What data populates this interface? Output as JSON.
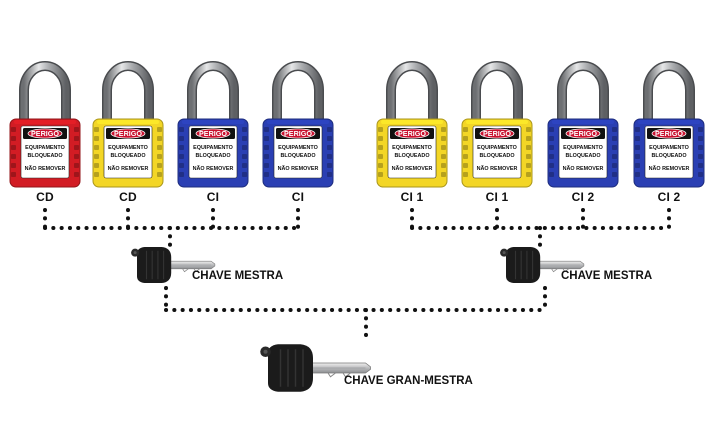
{
  "colors": {
    "red": "#d21c24",
    "yellow": "#f3d626",
    "blue": "#2a3fb3",
    "tag_bg": "#ffffff",
    "tag_header": "#c8102e",
    "dots": "#111111",
    "key_head": "#1b1b1b"
  },
  "tag": {
    "header": "PERIGO",
    "line1": "EQUIPAMENTO",
    "line2": "BLOQUEADO",
    "line3": "NÃO REMOVER"
  },
  "locks": [
    {
      "label": "CD",
      "color": "red"
    },
    {
      "label": "CD",
      "color": "yellow"
    },
    {
      "label": "CI",
      "color": "blue"
    },
    {
      "label": "CI",
      "color": "blue"
    },
    {
      "label": "CI 1",
      "color": "yellow"
    },
    {
      "label": "CI 1",
      "color": "yellow"
    },
    {
      "label": "CI 2",
      "color": "blue"
    },
    {
      "label": "CI 2",
      "color": "blue"
    }
  ],
  "keys": {
    "master_left": "CHAVE MESTRA",
    "master_right": "CHAVE MESTRA",
    "grand_master": "CHAVE GRAN-MESTRA"
  },
  "icons": [
    "padlock-icon",
    "key-icon"
  ]
}
